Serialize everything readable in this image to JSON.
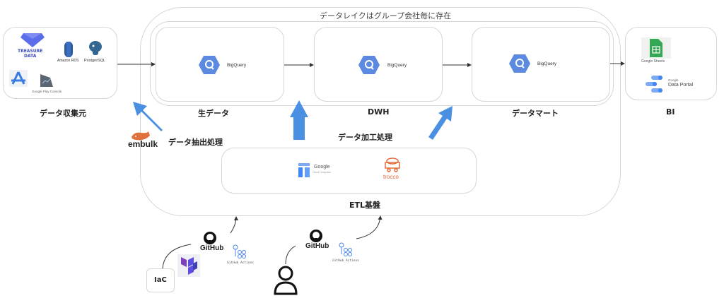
{
  "lake_title": "データレイクはグループ会社毎に存在",
  "sources": {
    "label": "データ収集元",
    "items": [
      "TREASURE DATA",
      "Amazon RDS",
      "PostgreSQL",
      "App Store",
      "Google Play Console"
    ],
    "treasure_line1": "TREASURE",
    "treasure_line2": "DATA"
  },
  "stages": [
    {
      "label": "生データ",
      "tool": "BigQuery"
    },
    {
      "label": "DWH",
      "tool": "BigQuery"
    },
    {
      "label": "データマート",
      "tool": "BigQuery"
    }
  ],
  "bi": {
    "label": "BI",
    "sheets": "Google Sheets",
    "portal_brand": "Google",
    "portal_name": "Data Portal"
  },
  "extract": {
    "label": "データ抽出処理",
    "tool": "embulk"
  },
  "transform": {
    "label": "データ加工処理"
  },
  "etl": {
    "label": "ETL基盤",
    "composer_brand": "Google",
    "composer_name": "Cloud Composer",
    "trocco": "trocco"
  },
  "ci": [
    {
      "github": "GitHub",
      "actions": "GitHub Actions"
    },
    {
      "github": "GitHub",
      "actions": "GitHub Actions"
    }
  ],
  "iac": {
    "label": "IaC"
  },
  "colors": {
    "accent_arrow": "#4a90e2",
    "bigquery": "#5b8ae0",
    "trocco": "#e06a3c",
    "border": "#d6d6d6"
  }
}
